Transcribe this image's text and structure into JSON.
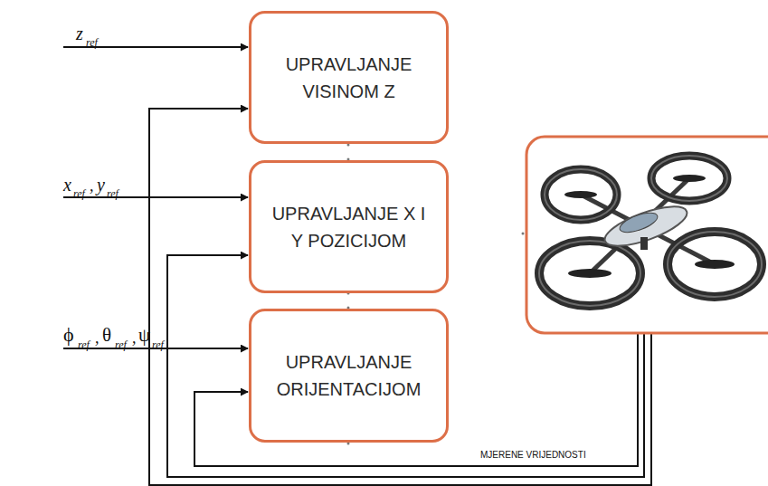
{
  "diagram": {
    "nodes": [
      {
        "text": [
          "UPRAVLJANJE VISINOM Z"
        ]
      },
      {
        "text": [
          "UPRAVLJANJE X I Y POZICIJOM"
        ]
      },
      {
        "text": [
          "UPRAVLJANJE ORIJENTACIJOM"
        ]
      }
    ],
    "labels": [
      "z",
      "ref",
      "x",
      "ref",
      ",",
      "y",
      "ref",
      "ϕ",
      "ref",
      ",",
      "θ",
      "ref",
      ",",
      "ψ",
      "ref",
      "MJERENE VRIJEDNOSTI"
    ]
  }
}
